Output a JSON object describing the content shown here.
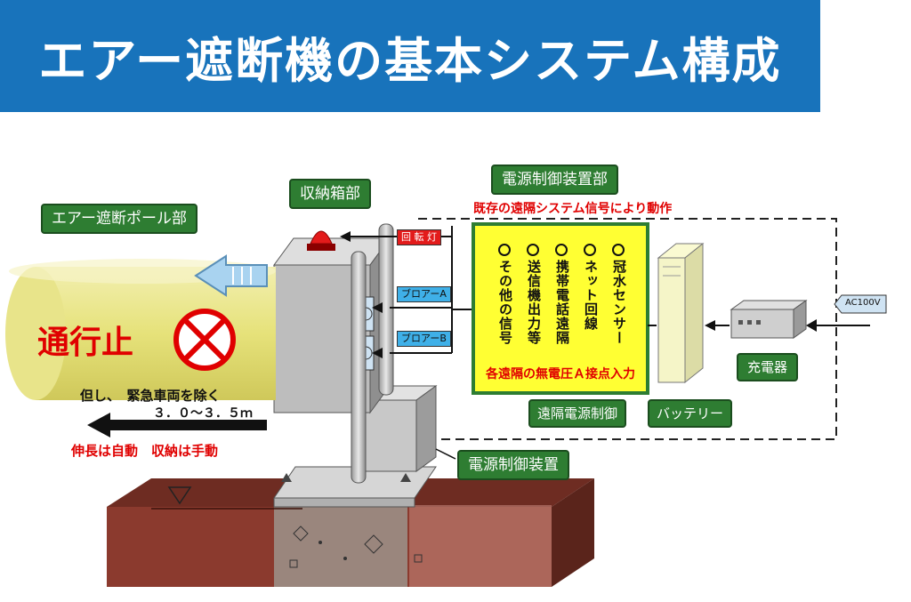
{
  "title": "エアー遮断機の基本システム構成",
  "labels": {
    "pole_section": "エアー遮断ポール部",
    "storage_box": "収納箱部",
    "power_unit_section": "電源制御装置部",
    "power_control_device": "電源制御装置",
    "remote_power_control": "遠隔電源制御",
    "battery": "バッテリー",
    "charger": "充電器"
  },
  "signal_note": "既存の遠隔システム信号により動作",
  "sign": {
    "no_entry": "通行止",
    "except": "但し、　緊急車両を除く",
    "length": "３．０～３．５ｍ",
    "auto_manual": "伸長は自動　収納は手動"
  },
  "tags": {
    "rotating_light": "回 転 灯",
    "blower_a": "ブロアーA",
    "blower_b": "ブロアーB",
    "ac": "AC100V"
  },
  "panel": {
    "columns": [
      "冠水センサー",
      "ネット回線",
      "携帯電話遠隔",
      "送信機出力等",
      "その他の信号"
    ],
    "footer": "各遠隔の無電圧Ａ接点入力"
  },
  "colors": {
    "title_bg": "#1873bb",
    "label_bg": "#2e7d32",
    "panel_bg": "#ffff33",
    "tube": "#e4e07a",
    "soil": "#8b3a2e",
    "red_text": "#e00000"
  }
}
